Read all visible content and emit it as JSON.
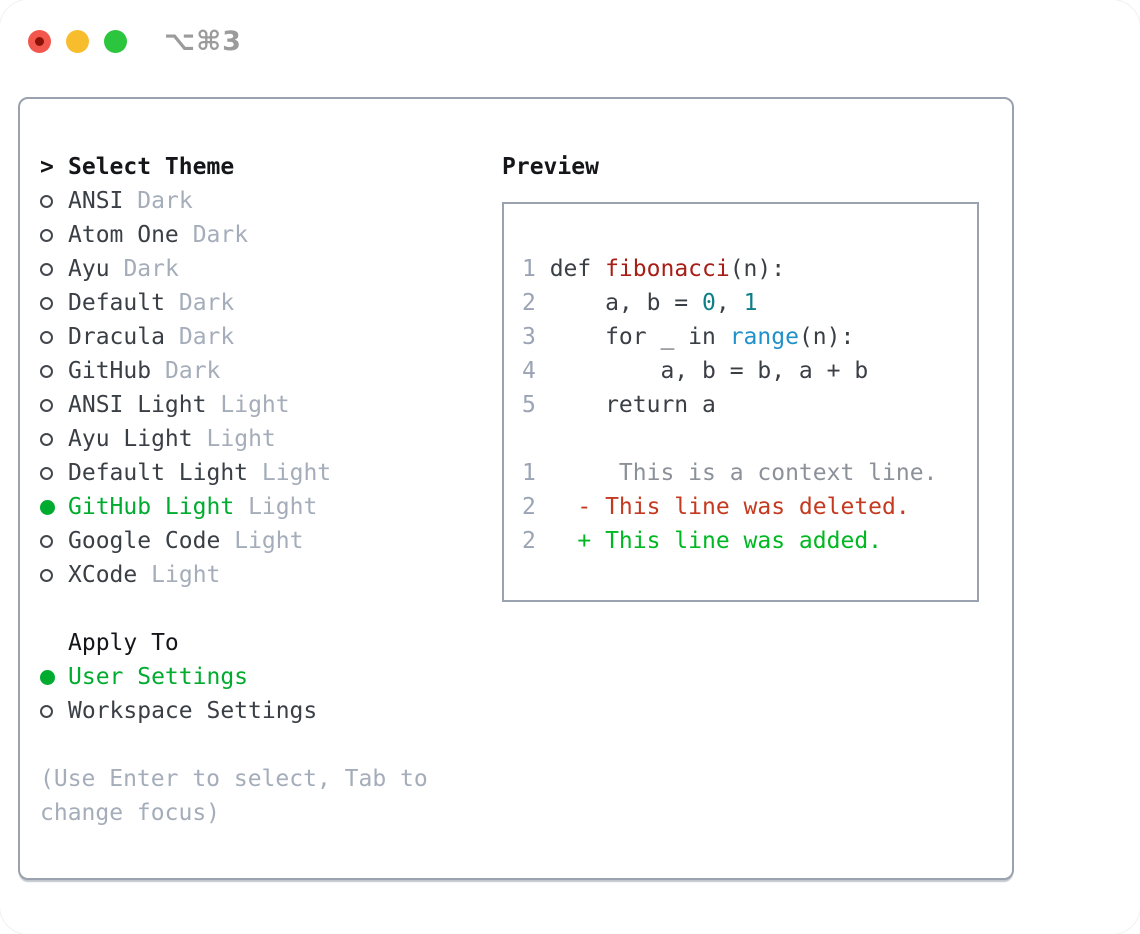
{
  "window": {
    "title_shortcut": "⌥⌘3"
  },
  "theme_picker": {
    "prompt": ">",
    "header": "Select Theme",
    "items": [
      {
        "label": "ANSI",
        "tag": "Dark",
        "selected": false
      },
      {
        "label": "Atom One",
        "tag": "Dark",
        "selected": false
      },
      {
        "label": "Ayu",
        "tag": "Dark",
        "selected": false
      },
      {
        "label": "Default",
        "tag": "Dark",
        "selected": false
      },
      {
        "label": "Dracula",
        "tag": "Dark",
        "selected": false
      },
      {
        "label": "GitHub",
        "tag": "Dark",
        "selected": false
      },
      {
        "label": "ANSI Light",
        "tag": "Light",
        "selected": false
      },
      {
        "label": "Ayu Light",
        "tag": "Light",
        "selected": false
      },
      {
        "label": "Default Light",
        "tag": "Light",
        "selected": false
      },
      {
        "label": "GitHub Light",
        "tag": "Light",
        "selected": true
      },
      {
        "label": "Google Code",
        "tag": "Light",
        "selected": false
      },
      {
        "label": "XCode",
        "tag": "Light",
        "selected": false
      }
    ]
  },
  "apply_to": {
    "header": "Apply To",
    "options": [
      {
        "label": "User Settings",
        "selected": true
      },
      {
        "label": "Workspace Settings",
        "selected": false
      }
    ]
  },
  "hint": "(Use Enter to select, Tab to change focus)",
  "preview": {
    "header": "Preview",
    "code_lines": [
      {
        "num": "1",
        "segments": [
          {
            "t": "def ",
            "c": "code"
          },
          {
            "t": "fibonacci",
            "c": "func"
          },
          {
            "t": "(n):",
            "c": "code"
          }
        ]
      },
      {
        "num": "2",
        "segments": [
          {
            "t": "    a, b = ",
            "c": "code"
          },
          {
            "t": "0",
            "c": "number"
          },
          {
            "t": ", ",
            "c": "code"
          },
          {
            "t": "1",
            "c": "number"
          }
        ]
      },
      {
        "num": "3",
        "segments": [
          {
            "t": "    for _ in ",
            "c": "code"
          },
          {
            "t": "range",
            "c": "builtin"
          },
          {
            "t": "(n):",
            "c": "code"
          }
        ]
      },
      {
        "num": "4",
        "segments": [
          {
            "t": "        a, b = b, a + b",
            "c": "code"
          }
        ]
      },
      {
        "num": "5",
        "segments": [
          {
            "t": "    return a",
            "c": "code"
          }
        ]
      }
    ],
    "diff_lines": [
      {
        "num": "1",
        "text": "     This is a context line.",
        "kind": "context"
      },
      {
        "num": "2",
        "text": "  - This line was deleted.",
        "kind": "deleted"
      },
      {
        "num": "2",
        "text": "  + This line was added.",
        "kind": "added"
      }
    ]
  },
  "colors": {
    "selected_green": "#00ac2f",
    "added_green": "#00b822",
    "deleted_red": "#c43a20",
    "function_red": "#a81d16",
    "number_teal": "#0e7e87",
    "builtin_blue": "#2191c9",
    "panel_border": "#99a2ae",
    "muted_gray": "#a4adb9",
    "traffic_red": "#f2564d",
    "traffic_yellow": "#f8bd2d",
    "traffic_green": "#2cc53e"
  }
}
